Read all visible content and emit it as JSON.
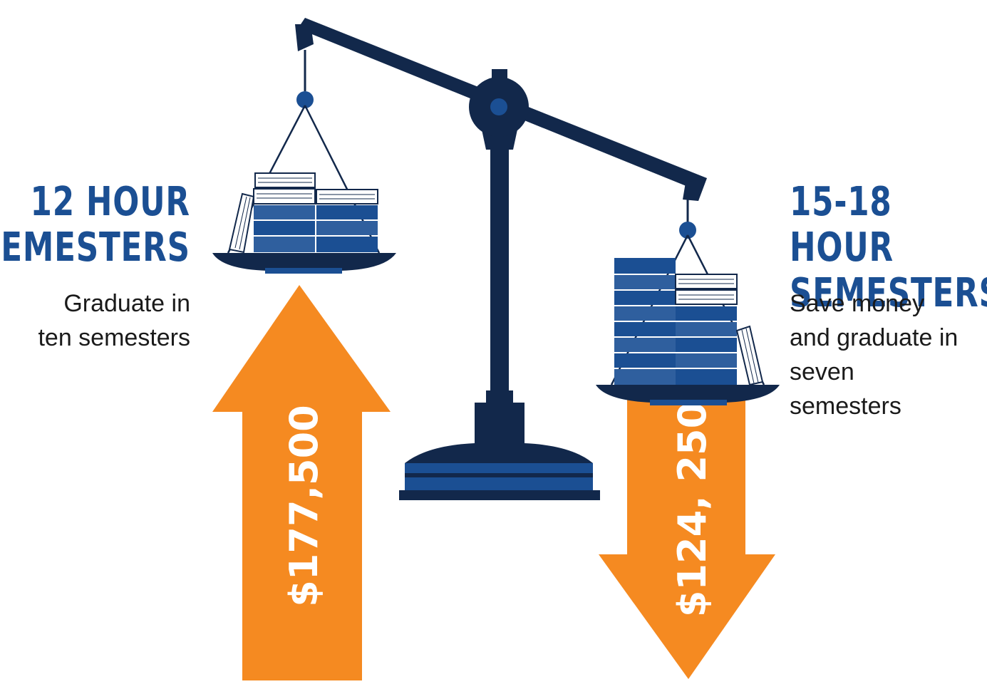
{
  "left": {
    "heading_line1": "12 HOUR",
    "heading_line2": "SEMESTERS",
    "body_line1": "Graduate in",
    "body_line2": "ten semesters",
    "amount": "$177,500",
    "arrow_direction": "up"
  },
  "right": {
    "heading_line1": "15-18 HOUR",
    "heading_line2": "SEMESTERS",
    "body_line1": "Save money",
    "body_line2": "and graduate in",
    "body_line3": "seven",
    "body_line4": "semesters",
    "amount": "$124, 250",
    "arrow_direction": "down"
  },
  "colors": {
    "navy": "#12284b",
    "blue": "#1b4f93",
    "book_blue": "#2f5f9e",
    "orange": "#f58a21",
    "white": "#ffffff"
  },
  "icons": [
    "balance-scale-icon",
    "book-stack-icon",
    "arrow-up-icon",
    "arrow-down-icon"
  ]
}
